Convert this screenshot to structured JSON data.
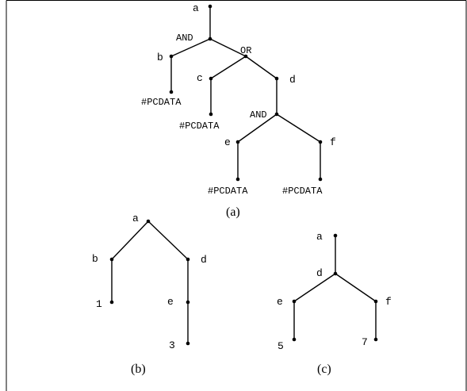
{
  "figure": {
    "captions": {
      "a": "(a)",
      "b": "(b)",
      "c": "(c)"
    },
    "tree_a": {
      "a": "a",
      "and_top": "AND",
      "or": "OR",
      "b": "b",
      "c": "c",
      "d": "d",
      "and_inner": "AND",
      "e": "e",
      "f": "f",
      "pcdata_b": "#PCDATA",
      "pcdata_c": "#PCDATA",
      "pcdata_e": "#PCDATA",
      "pcdata_f": "#PCDATA"
    },
    "tree_b": {
      "a": "a",
      "b": "b",
      "d": "d",
      "e": "e",
      "v1": "1",
      "v3": "3"
    },
    "tree_c": {
      "a": "a",
      "d": "d",
      "e": "e",
      "f": "f",
      "v5": "5",
      "v7": "7"
    }
  }
}
